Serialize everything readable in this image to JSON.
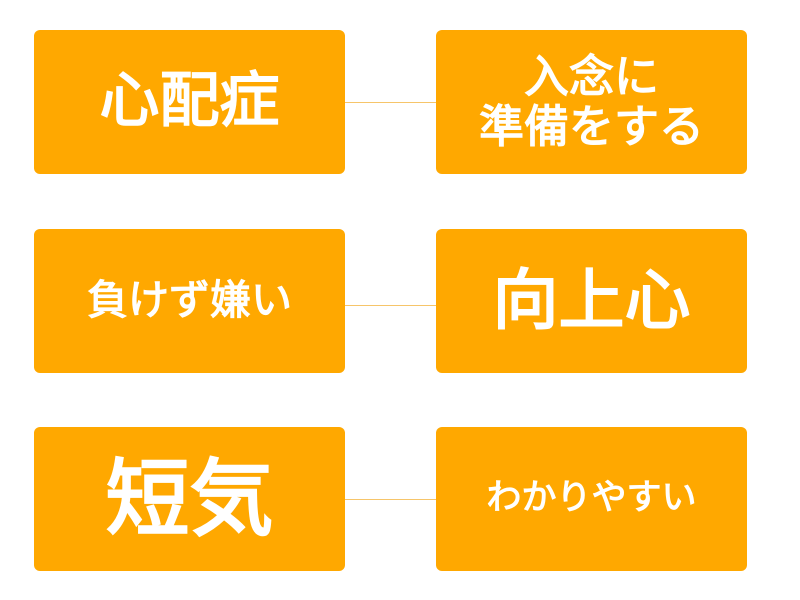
{
  "diagram": {
    "box_color": "#ffa800",
    "text_color": "#ffffff",
    "connector_color": "#f6c56a",
    "rows": [
      {
        "left": "心配症",
        "right": "入念に\n準備をする"
      },
      {
        "left": "負けず嫌い",
        "right": "向上心"
      },
      {
        "left": "短気",
        "right": "わかりやすい"
      }
    ]
  }
}
